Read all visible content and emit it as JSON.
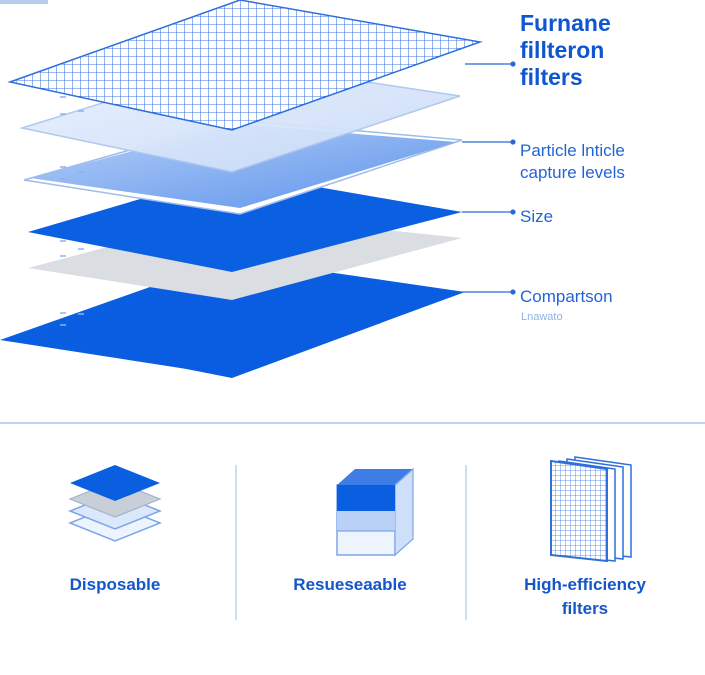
{
  "title": {
    "lines": [
      "Furnane",
      "fillteron",
      "filters"
    ]
  },
  "callouts": {
    "particle": [
      "Particle lnticle",
      "capture levels"
    ],
    "size": "Size",
    "comparison": "Compartson",
    "comparison_sub": "Lnawato"
  },
  "categories": [
    {
      "id": "disposable",
      "label": "Disposable",
      "icon": "stacked-layers-icon"
    },
    {
      "id": "reusable",
      "label": "Resueseaable",
      "icon": "box-filter-icon"
    },
    {
      "id": "high-efficiency",
      "label": "High-efficiency filters",
      "icon": "pleated-filter-panels-icon"
    }
  ],
  "colors": {
    "accent": "#1a5fd6",
    "deep_blue": "#0a5ee0",
    "light_blue": "#cfe0fa",
    "grey_layer": "#d9dde3",
    "grid_line": "#3d78e0"
  }
}
